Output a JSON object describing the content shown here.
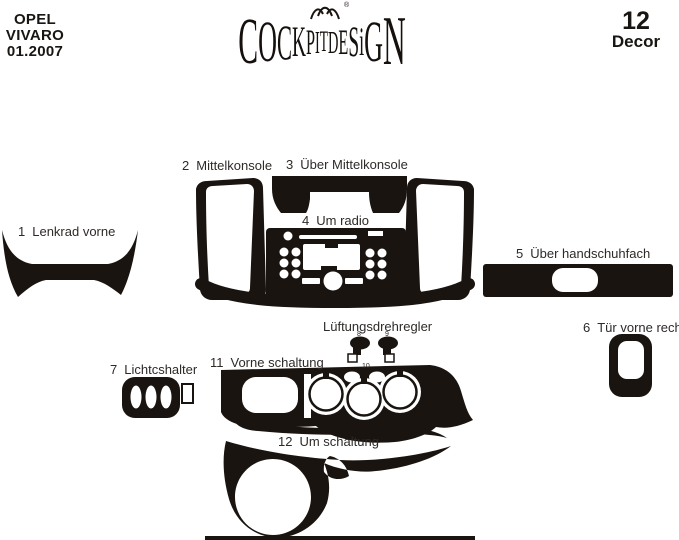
{
  "colors": {
    "part_fill": "#1a1410",
    "label_text": "#2e2a28",
    "header_text": "#181512"
  },
  "header": {
    "vehicle_make": "OPEL",
    "vehicle_model": "VIVARO",
    "vehicle_date": "01.2007",
    "logo_text": "COCKPITDESiGN",
    "registered_mark": "®",
    "decor_count": "12",
    "decor_label": "Decor"
  },
  "group_label": "Lüftungsdrehregler",
  "parts": [
    {
      "num": "1",
      "name": "Lenkrad vorne"
    },
    {
      "num": "2",
      "name": "Mittelkonsole"
    },
    {
      "num": "3",
      "name": "Über Mittelkonsole"
    },
    {
      "num": "4",
      "name": "Um radio"
    },
    {
      "num": "5",
      "name": "Über  handschuhfach"
    },
    {
      "num": "6",
      "name": "Tür vorne rechts"
    },
    {
      "num": "7",
      "name": "Lichtcshalter"
    },
    {
      "num": "8",
      "name": ""
    },
    {
      "num": "9",
      "name": ""
    },
    {
      "num": "10",
      "name": ""
    },
    {
      "num": "11",
      "name": "Vorne schaltung"
    },
    {
      "num": "12",
      "name": "Um schaltung"
    }
  ]
}
